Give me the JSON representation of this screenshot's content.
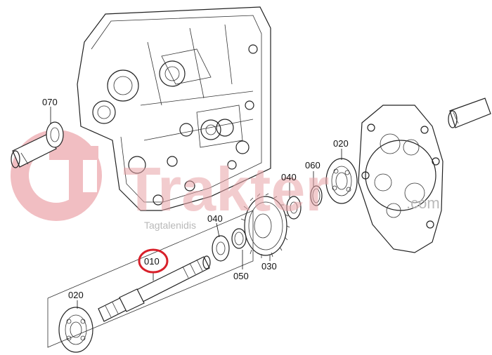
{
  "diagram": {
    "part_labels": {
      "p070": "070",
      "p020_top": "020",
      "p060": "060",
      "p040_top": "040",
      "p040_mid": "040",
      "p050": "050",
      "p030": "030",
      "p010": "010",
      "p020_bottom": "020"
    },
    "highlighted_part": "010",
    "highlight_color": "#d8202a"
  },
  "watermark": {
    "brand": "Trakter",
    "domain": ".com",
    "tagline": "Tagtalenidis",
    "color": "#e8a3a7"
  }
}
